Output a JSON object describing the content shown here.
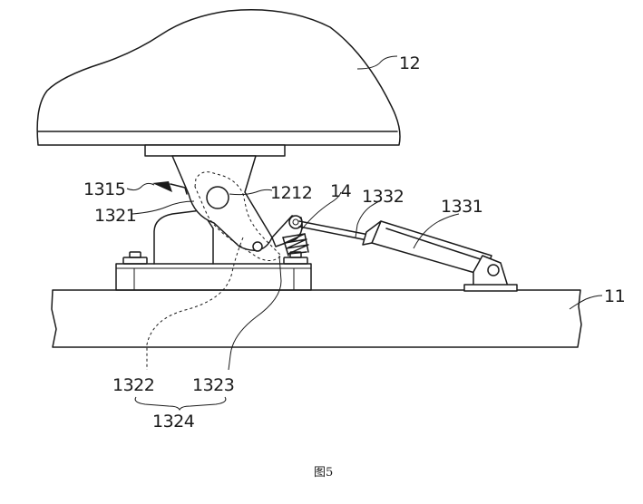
{
  "figure": {
    "caption": "图5",
    "reference_labels": {
      "r12": "12",
      "r11": "11",
      "r1315": "1315",
      "r1212": "1212",
      "r14": "14",
      "r1332": "1332",
      "r1331": "1331",
      "r1321": "1321",
      "r1322": "1322",
      "r1323": "1323",
      "r1324": "1324"
    }
  }
}
